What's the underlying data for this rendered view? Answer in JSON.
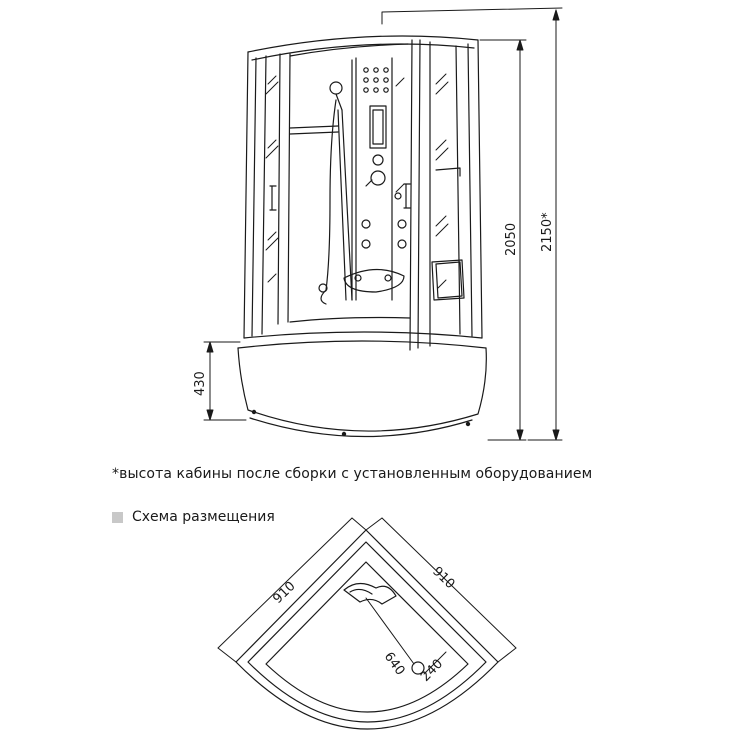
{
  "elevation": {
    "dim_base_height": "430",
    "dim_cabin_height": "2050",
    "dim_total_height": "2150*"
  },
  "footnote": "*высота кабины после сборки с установленным оборудованием",
  "legend": {
    "label": "Схема размещения",
    "swatch_color": "#c8c8c8"
  },
  "plan": {
    "dim_left_side": "910",
    "dim_right_side": "910",
    "dim_drain_diagonal": "640",
    "dim_drain_offset": "240"
  }
}
